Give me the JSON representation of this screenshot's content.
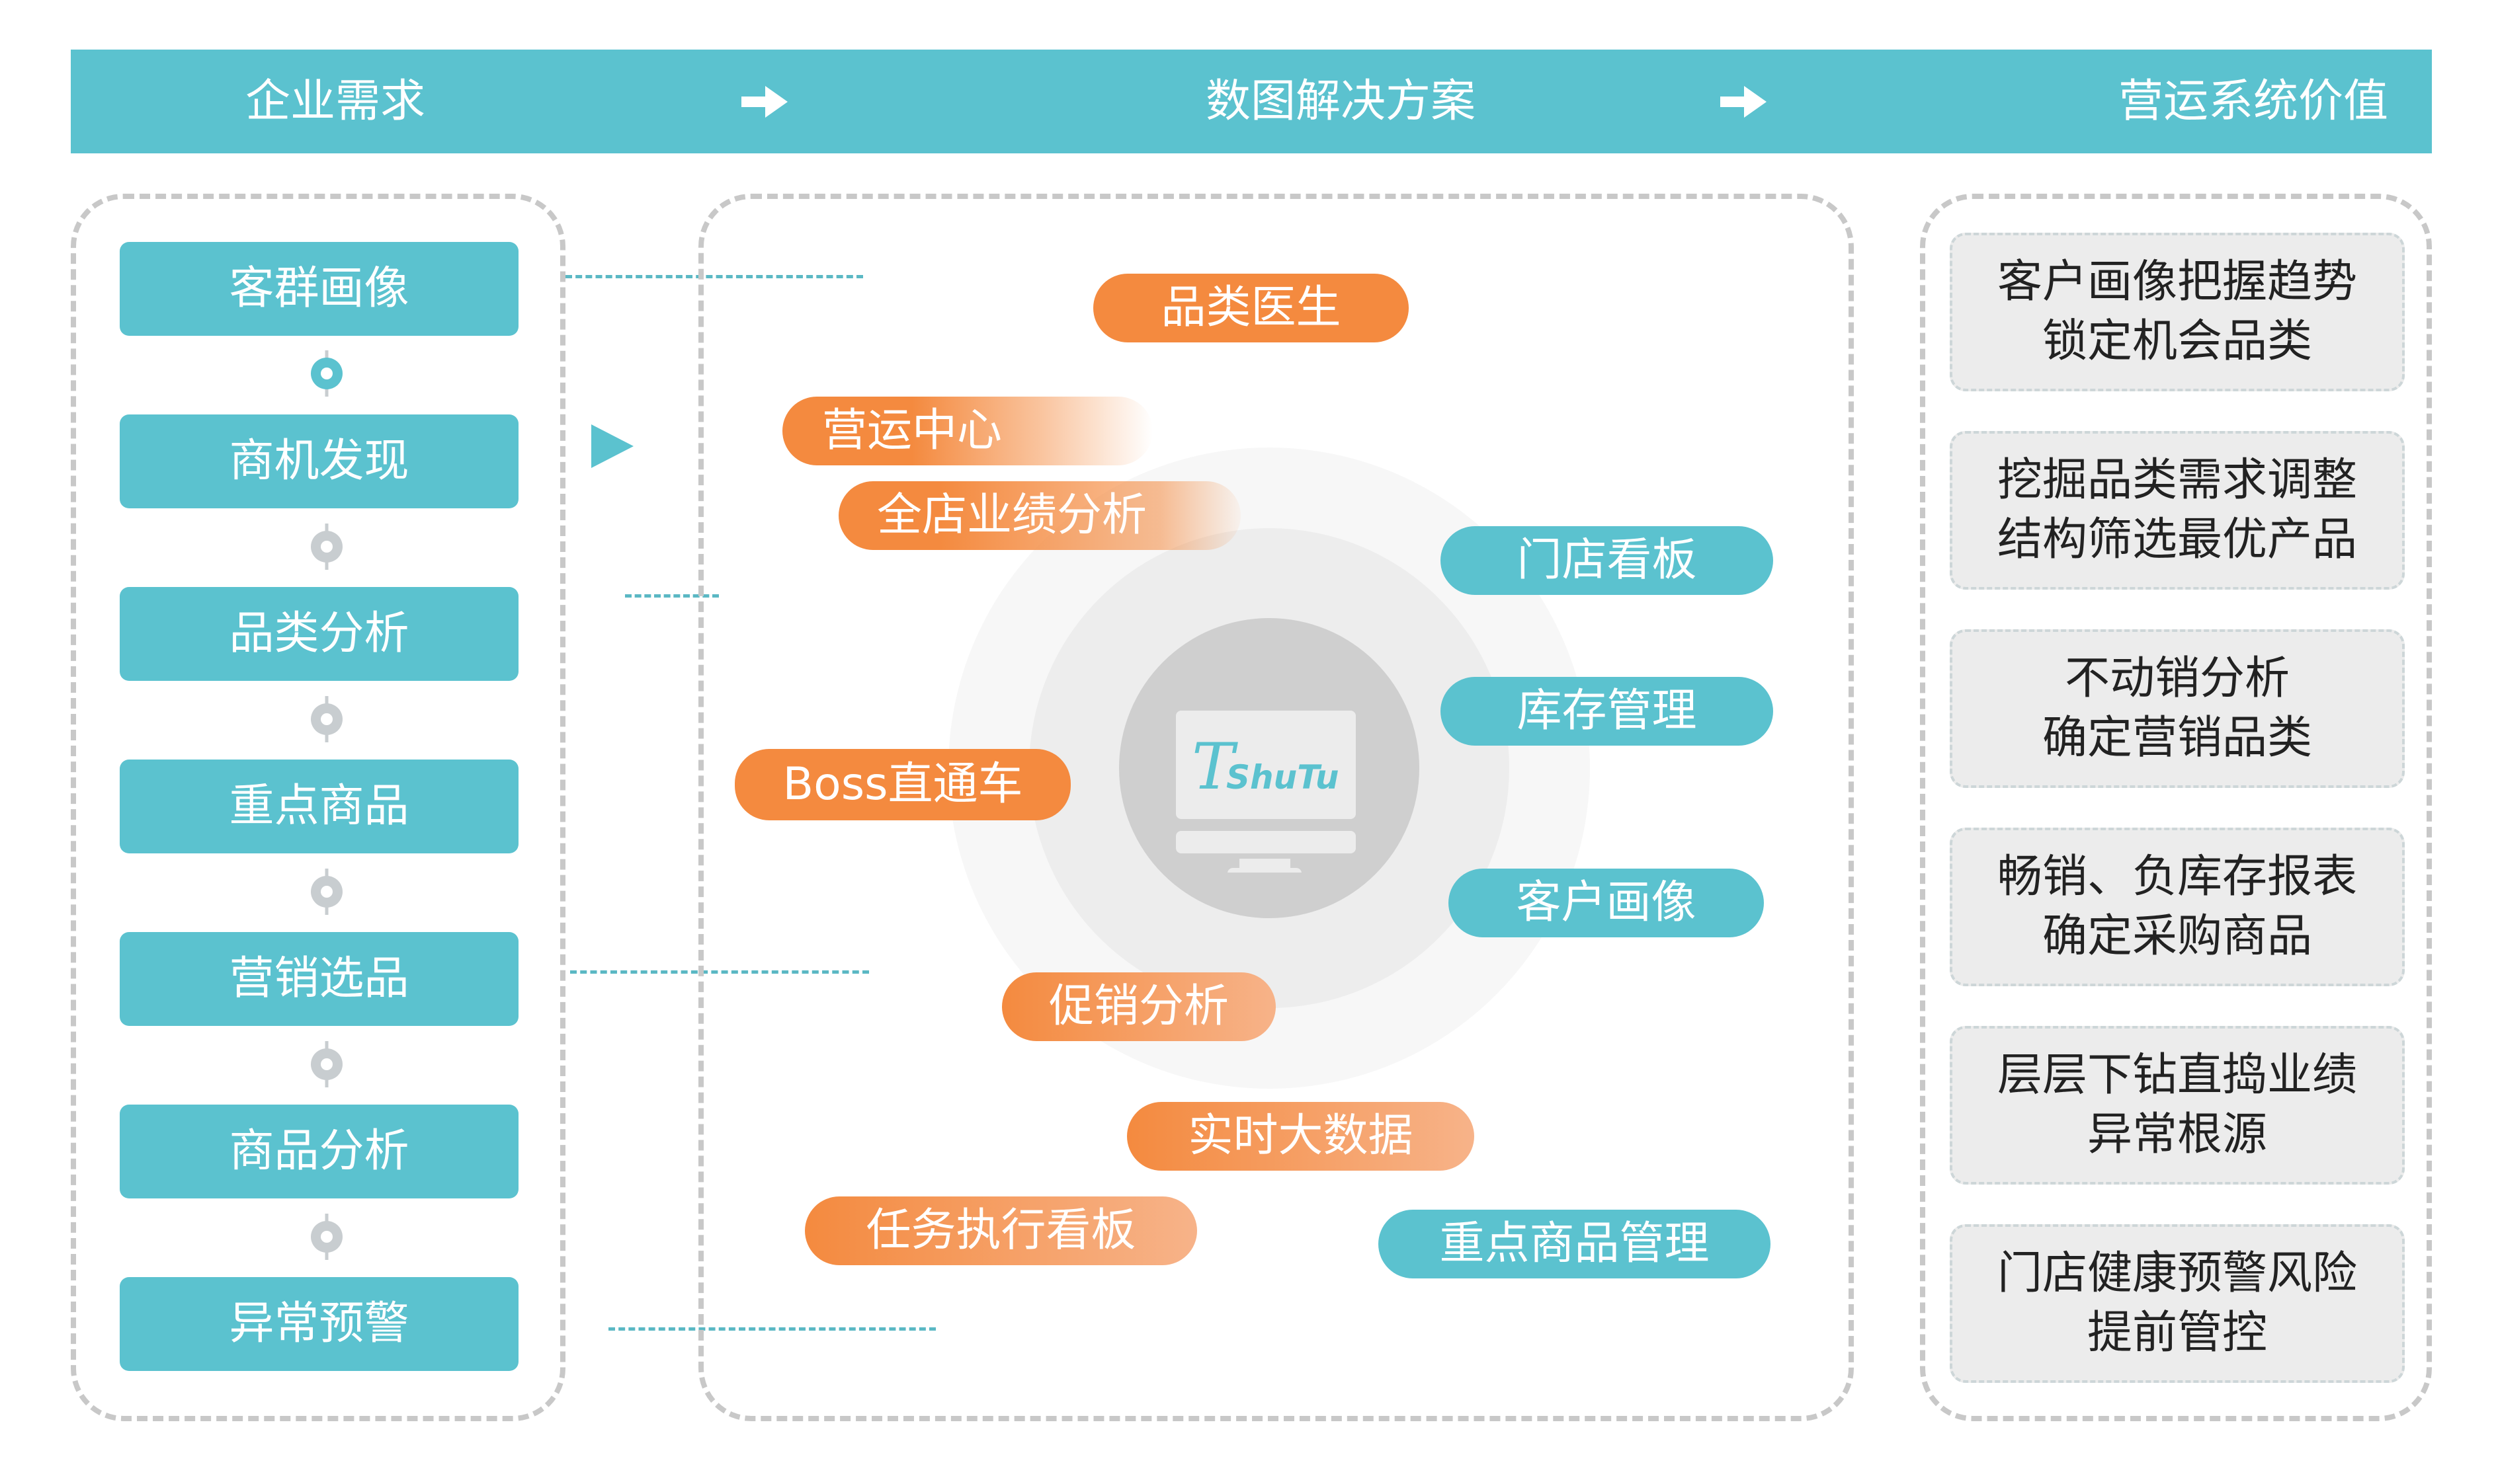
{
  "header": {
    "columns": [
      "企业需求",
      "数图解决方案",
      "营运系统价值"
    ],
    "arrow_icon": "right-arrow-icon"
  },
  "requirements": [
    "客群画像",
    "商机发现",
    "品类分析",
    "重点商品",
    "营销选品",
    "商品分析",
    "异常预警"
  ],
  "solutions": {
    "logo_text": "ShuTu",
    "logo_initial": "T",
    "modules": [
      {
        "label": "品类医生",
        "style": "orange"
      },
      {
        "label": "营运中心",
        "style": "orange-fade"
      },
      {
        "label": "全店业绩分析",
        "style": "orange-fade"
      },
      {
        "label": "门店看板",
        "style": "teal"
      },
      {
        "label": "库存管理",
        "style": "teal"
      },
      {
        "label": "Boss直通车",
        "style": "orange"
      },
      {
        "label": "客户画像",
        "style": "teal"
      },
      {
        "label": "促销分析",
        "style": "orange-gradient"
      },
      {
        "label": "实时大数据",
        "style": "orange-gradient"
      },
      {
        "label": "任务执行看板",
        "style": "orange-gradient"
      },
      {
        "label": "重点商品管理",
        "style": "teal"
      }
    ]
  },
  "values": [
    [
      "客户画像把握趋势",
      "锁定机会品类"
    ],
    [
      "挖掘品类需求调整",
      "结构筛选最优产品"
    ],
    [
      "不动销分析",
      "确定营销品类"
    ],
    [
      "畅销、负库存报表",
      "确定采购商品"
    ],
    [
      "层层下钻直捣业绩",
      "异常根源"
    ],
    [
      "门店健康预警风险",
      "提前管控"
    ]
  ],
  "colors": {
    "teal": "#5bc2cf",
    "orange": "#f48a3f",
    "card_bg": "#ececec",
    "dash_gray": "#c8c8c8"
  }
}
